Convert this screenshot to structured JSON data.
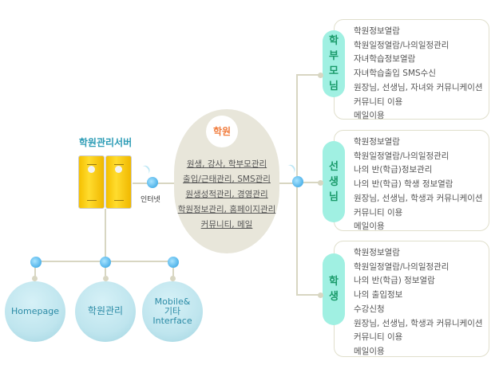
{
  "server": {
    "title": "학원관리서버"
  },
  "internet_label": "인터넷",
  "hub": {
    "title": "학원",
    "lines": [
      "원생, 강사, 학부모관리",
      "출입/근태관리, SMS관리",
      "원생성적관리, 경영관리",
      "학원정보관리, 홈페이지관리",
      "커뮤니티, 메일"
    ]
  },
  "clients": [
    {
      "label": "Homepage"
    },
    {
      "label": "학원관리"
    },
    {
      "label": "Mobile& 기타 Interface"
    }
  ],
  "panels": [
    {
      "tab": [
        "학",
        "부",
        "모",
        "님"
      ],
      "items": [
        "학원정보열람",
        "학원일정열람/나의일정관리",
        "자녀학습정보열람",
        "자녀학습출입 SMS수신",
        "원장님, 선생님, 자녀와 커뮤니케이션",
        "커뮤니티 이용",
        "메일이용"
      ]
    },
    {
      "tab": [
        "선",
        "생",
        "님"
      ],
      "items": [
        "학원정보열람",
        "학원일정열람/나의일정관리",
        "나의 반(학급)정보관리",
        "나의 반(학급) 학생 정보열람",
        "원장님, 선생님, 학생과 커뮤니케이션",
        "커뮤니티 이용",
        "메일이용"
      ]
    },
    {
      "tab": [
        "학",
        "생"
      ],
      "items": [
        "학원정보열람",
        "학원일정열람/나의일정관리",
        "나의 반(학급) 정보열람",
        "나의 출입정보",
        "수강신청",
        "원장님, 선생님, 학생과 커뮤니케이션",
        "커뮤니티 이용",
        "메일이용"
      ]
    }
  ]
}
